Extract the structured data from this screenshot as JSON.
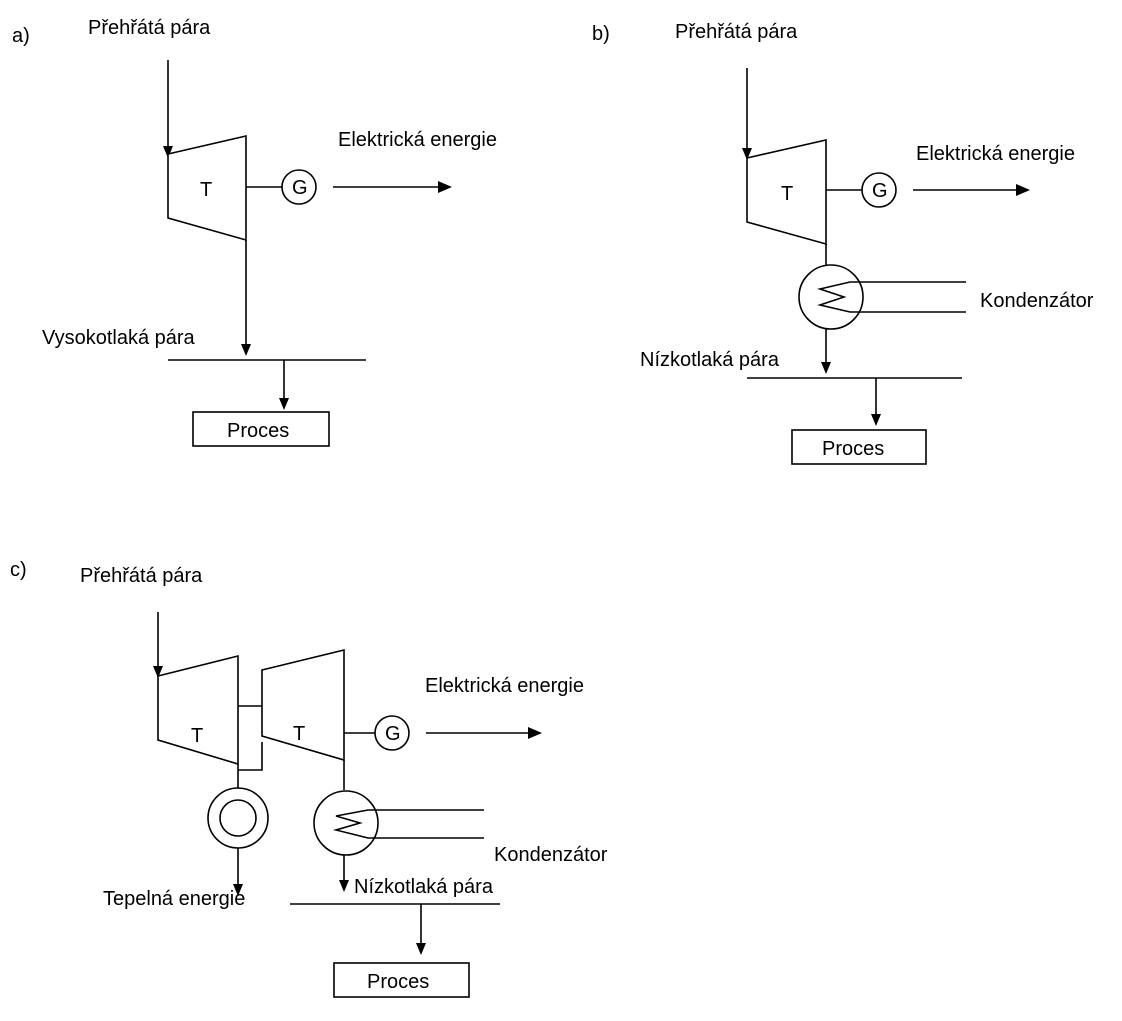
{
  "panel_a": {
    "letter": "a)",
    "steam_in": "Přehřátá pára",
    "turbine": "T",
    "generator": "G",
    "electric": "Elektrická energie",
    "hp_steam": "Vysokotlaká pára",
    "process": "Proces"
  },
  "panel_b": {
    "letter": "b)",
    "steam_in": "Přehřátá pára",
    "turbine": "T",
    "generator": "G",
    "electric": "Elektrická energie",
    "condenser": "Kondenzátor",
    "lp_steam": "Nízkotlaká pára",
    "process": "Proces"
  },
  "panel_c": {
    "letter": "c)",
    "steam_in": "Přehřátá pára",
    "turbine_1": "T",
    "turbine_2": "T",
    "generator": "G",
    "electric": "Elektrická energie",
    "condenser": "Kondenzátor",
    "lp_steam": "Nízkotlaká pára",
    "heat": "Tepelná energie",
    "process": "Proces"
  }
}
